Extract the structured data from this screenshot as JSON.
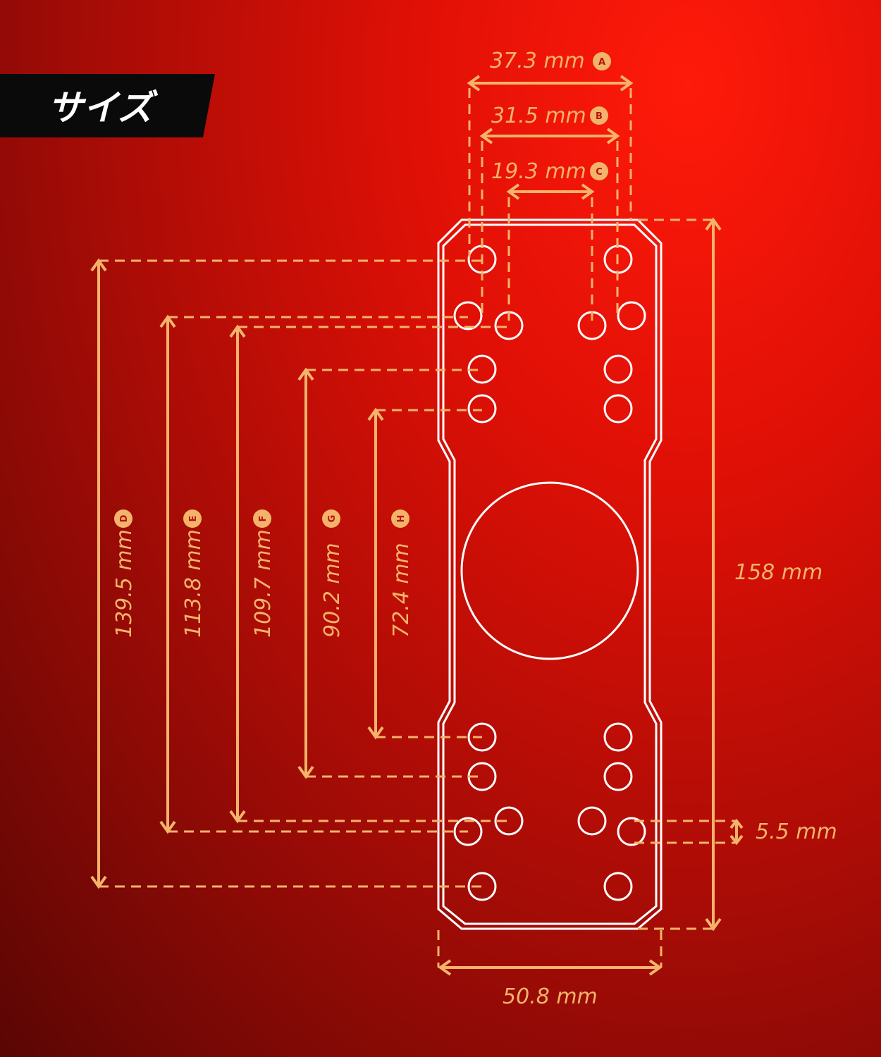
{
  "title": "サイズ",
  "dimensions": {
    "A": {
      "value": "37.3 mm",
      "letter": "A"
    },
    "B": {
      "value": "31.5 mm",
      "letter": "B"
    },
    "C": {
      "value": "19.3 mm",
      "letter": "C"
    },
    "D": {
      "value": "139.5 mm",
      "letter": "D"
    },
    "E": {
      "value": "113.8 mm",
      "letter": "E"
    },
    "F": {
      "value": "109.7 mm",
      "letter": "F"
    },
    "G": {
      "value": "90.2 mm",
      "letter": "G"
    },
    "H": {
      "value": "72.4 mm",
      "letter": "H"
    },
    "height": {
      "value": "158 mm"
    },
    "width": {
      "value": "50.8 mm"
    },
    "hole": {
      "value": "5.5 mm"
    }
  },
  "colors": {
    "accent": "#f4b36a",
    "outline": "#ffffff",
    "background": "#d01008"
  }
}
